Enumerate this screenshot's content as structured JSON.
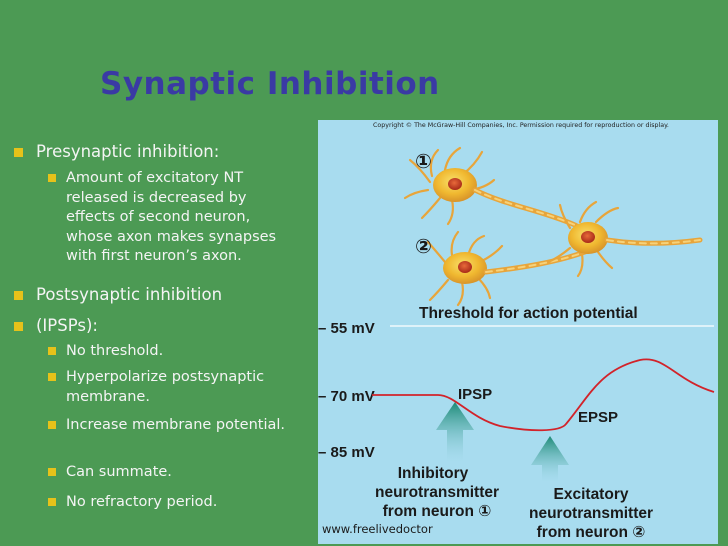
{
  "slide": {
    "title": "Synaptic Inhibition",
    "bullets": [
      {
        "text": "Presynaptic inhibition:",
        "sub": [
          "Amount of excitatory NT released is decreased by effects of second neuron, whose axon makes synapses with first neuron’s axon."
        ]
      },
      {
        "text": "Postsynaptic inhibition",
        "sub": []
      },
      {
        "text": "(IPSPs):",
        "sub": [
          "No threshold.",
          "Hyperpolarize postsynaptic membrane.",
          "Increase membrane potential.",
          "Can summate.",
          "No refractory period."
        ]
      }
    ]
  },
  "figure": {
    "copyright": "Copyright © The McGraw-Hill Companies, Inc. Permission required for reproduction or display.",
    "neuron_markers": [
      "①",
      "②"
    ],
    "threshold_label": "Threshold for action potential",
    "voltages": [
      "– 55 mV",
      "– 70 mV",
      "– 85 mV"
    ],
    "ipsp_label": "IPSP",
    "epsp_label": "EPSP",
    "inhibitory_label": [
      "Inhibitory",
      "neurotransmitter",
      "from neuron ①"
    ],
    "excitatory_label": [
      "Excitatory",
      "neurotransmitter",
      "from neuron ②"
    ],
    "colors": {
      "trace": "#d2232a",
      "arrow": "#1c8a76",
      "axon": "#e8a53a",
      "background": "#a8dcef"
    }
  },
  "credit": "www.freelivedoctor"
}
